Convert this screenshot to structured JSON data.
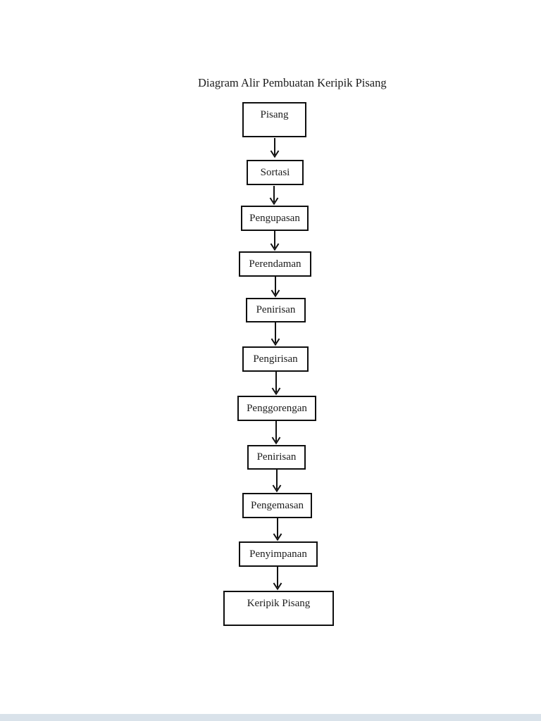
{
  "page": {
    "background_color": "#ffffff",
    "bottom_bar_color": "#d9e2ea",
    "ink_color": "#0f0f0f"
  },
  "diagram": {
    "title": "Diagram Alir Pembuatan Keripik Pisang",
    "type": "flowchart",
    "direction": "top-down",
    "nodes": [
      {
        "label": "Pisang"
      },
      {
        "label": "Sortasi"
      },
      {
        "label": "Pengupasan"
      },
      {
        "label": "Perendaman"
      },
      {
        "label": "Penirisan"
      },
      {
        "label": "Pengirisan"
      },
      {
        "label": "Penggorengan"
      },
      {
        "label": "Penirisan"
      },
      {
        "label": "Pengemasan"
      },
      {
        "label": "Penyimpanan"
      },
      {
        "label": "Keripik Pisang"
      }
    ],
    "edges": [
      {
        "from": 0,
        "to": 1
      },
      {
        "from": 1,
        "to": 2
      },
      {
        "from": 2,
        "to": 3
      },
      {
        "from": 3,
        "to": 4
      },
      {
        "from": 4,
        "to": 5
      },
      {
        "from": 5,
        "to": 6
      },
      {
        "from": 6,
        "to": 7
      },
      {
        "from": 7,
        "to": 8
      },
      {
        "from": 8,
        "to": 9
      },
      {
        "from": 9,
        "to": 10
      }
    ]
  }
}
